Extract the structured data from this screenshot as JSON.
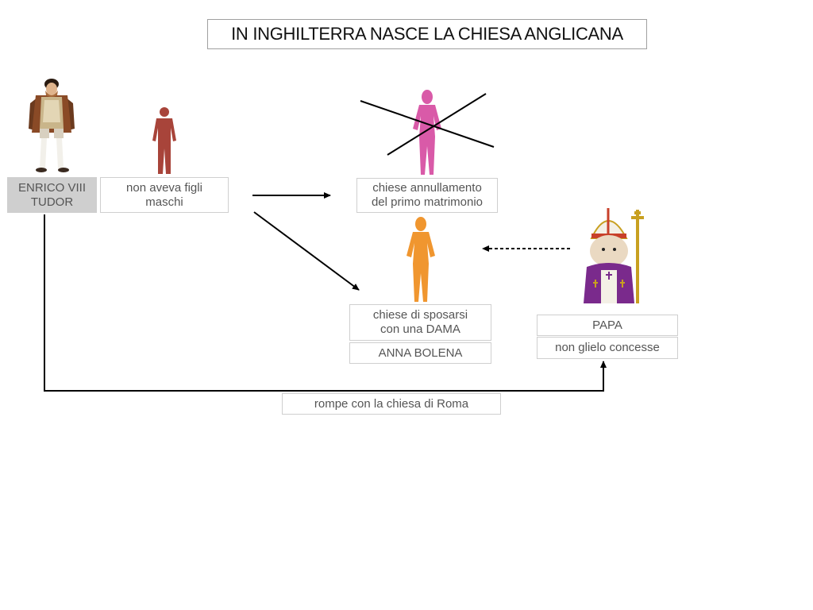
{
  "title": "IN INGHILTERRA NASCE LA CHIESA ANGLICANA",
  "boxes": {
    "enrico": "ENRICO VIII\nTUDOR",
    "no_figli": "non aveva figli\nmaschi",
    "annullamento": "chiese annullamento\ndel primo matrimonio",
    "sposarsi": "chiese di sposarsi\ncon una DAMA",
    "anna": "ANNA BOLENA",
    "papa": "PAPA",
    "non_concesse": "non glielo concesse",
    "rompe": "rompe con la chiesa di Roma"
  },
  "figures": {
    "king": "king-henry-illustration",
    "man": "man-silhouette-icon",
    "woman_crossed": "woman-silhouette-crossed-icon",
    "woman": "woman-silhouette-icon",
    "pope": "pope-illustration"
  },
  "colors": {
    "man": "#a8443a",
    "woman_crossed": "#d95aa8",
    "woman": "#f0962f",
    "pope_robe": "#7a2a8c",
    "grey_box": "#cfcfcf"
  }
}
